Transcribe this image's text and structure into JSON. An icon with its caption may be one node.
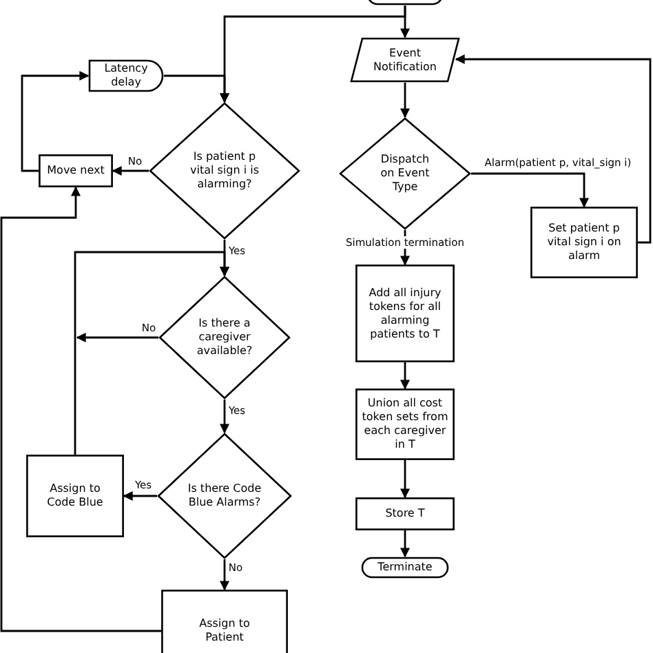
{
  "diagram": {
    "nodes": [
      {
        "text": [],
        "shape": "box"
      },
      {
        "text": [
          "Latency delay"
        ]
      },
      {
        "text": [
          "Is patient p vital sign i is alarming?"
        ]
      },
      {
        "text": [
          "Move next"
        ]
      },
      {
        "text": [
          "Event Notification"
        ]
      },
      {
        "text": [
          "Dispatch on Event Type"
        ]
      },
      {
        "text": [
          "Set patient p vital sign i on alarm"
        ]
      },
      {
        "text": [
          "Add all injury tokens for all alarming patients to T"
        ]
      },
      {
        "text": [
          "Is there a caregiver available?"
        ]
      },
      {
        "text": [
          "Is there Code Blue Alarms?"
        ]
      },
      {
        "text": [
          "Assign to Code Blue"
        ]
      },
      {
        "text": [
          "Union all cost token sets from each caregiver in T"
        ]
      },
      {
        "text": [
          "Store T"
        ]
      },
      {
        "text": [
          "Terminate"
        ]
      },
      {
        "text": [
          "Assign to Patient"
        ]
      }
    ],
    "edges": [
      {
        "from": 0,
        "to": 4,
        "arrow": "to"
      },
      {
        "from": 0,
        "to": 2,
        "arrow": "to"
      },
      {
        "from": 1,
        "to": 2,
        "arrow": "to"
      },
      {
        "from": 2,
        "to": 3,
        "arrow": "to",
        "label": "No"
      },
      {
        "from": 3,
        "to": 1,
        "arrow": "to"
      },
      {
        "from": 14,
        "to": 3,
        "arrow": "to"
      },
      {
        "from": 2,
        "to": 8,
        "arrow": "to",
        "label": "Yes"
      },
      {
        "from": 8,
        "to": null,
        "arrow": "to",
        "label": "No"
      },
      {
        "from": 8,
        "to": 9,
        "arrow": "to",
        "label": "Yes"
      },
      {
        "from": 9,
        "to": 10,
        "arrow": "to",
        "label": "Yes"
      },
      {
        "from": 10,
        "to": 8,
        "arrow": "to"
      },
      {
        "from": 9,
        "to": 14,
        "arrow": "to",
        "label": "No"
      },
      {
        "from": 4,
        "to": 5,
        "arrow": "to"
      },
      {
        "from": 5,
        "to": 6,
        "arrow": "to",
        "label": "Alarm(patient p, vital_sign i)"
      },
      {
        "from": 6,
        "to": 4,
        "arrow": "to"
      },
      {
        "from": 5,
        "to": 7,
        "arrow": "to",
        "label": "Simulation termination"
      },
      {
        "from": 7,
        "to": 11,
        "arrow": "to"
      },
      {
        "from": 11,
        "to": 12,
        "arrow": "to"
      },
      {
        "from": 12,
        "to": 13,
        "arrow": "to"
      }
    ]
  }
}
